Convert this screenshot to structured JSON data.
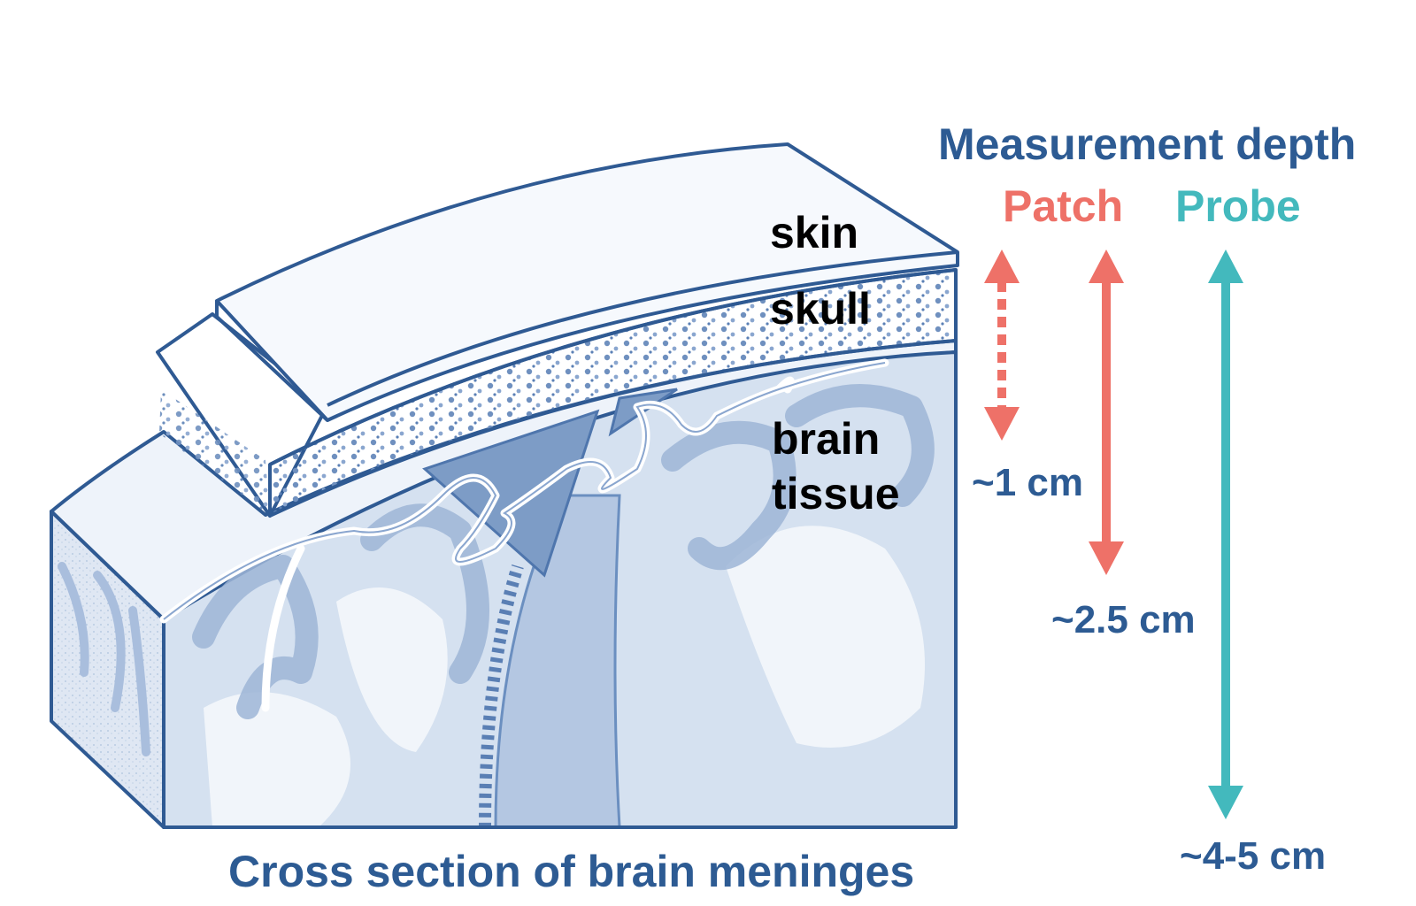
{
  "colors": {
    "outline": "#2f5a93",
    "tissue_light": "#c9d7ea",
    "tissue_mid": "#9db5d6",
    "tissue_dark": "#7f9dc6",
    "title_blue": "#2d5b93",
    "patch": "#ee7168",
    "probe": "#43b9bd",
    "label_black": "#000000"
  },
  "header": {
    "title": "Measurement depth"
  },
  "legend": {
    "patch_label": "Patch",
    "probe_label": "Probe"
  },
  "layers": {
    "skin": "skin",
    "skull": "skull",
    "brain_line1": "brain",
    "brain_line2": "tissue"
  },
  "depths": {
    "patch_dashed": "~1 cm",
    "patch_solid": "~2.5 cm",
    "probe": "~4-5 cm"
  },
  "caption": "Cross section of brain meninges"
}
